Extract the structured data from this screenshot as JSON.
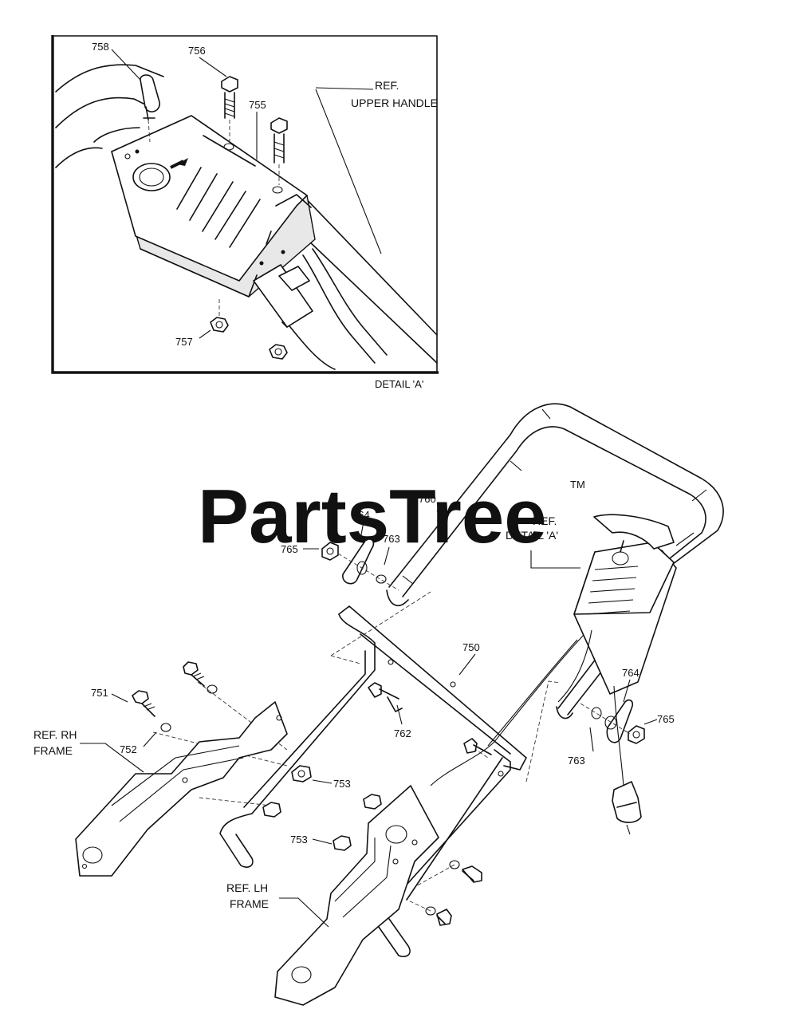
{
  "watermark": {
    "brand": "PartsTree",
    "trademark": "TM"
  },
  "detail_a": {
    "caption": "DETAIL 'A'",
    "ref_upper_handle": [
      "REF.",
      "UPPER HANDLE"
    ],
    "callouts": {
      "c758": "758",
      "c756": "756",
      "c755": "755",
      "c757": "757"
    }
  },
  "main_view": {
    "ref_detail_a": [
      "REF.",
      "DETAIL 'A'"
    ],
    "ref_rh_frame": [
      "REF. RH",
      "FRAME"
    ],
    "ref_lh_frame": [
      "REF. LH",
      "FRAME"
    ],
    "callouts": {
      "c760": "760",
      "c764_left": "764",
      "c765_left": "765",
      "c763_left": "763",
      "c750": "750",
      "c751": "751",
      "c752": "752",
      "c762": "762",
      "c753_upper": "753",
      "c753_lower": "753",
      "c764_right": "764",
      "c765_right": "765",
      "c763_right": "763"
    }
  }
}
